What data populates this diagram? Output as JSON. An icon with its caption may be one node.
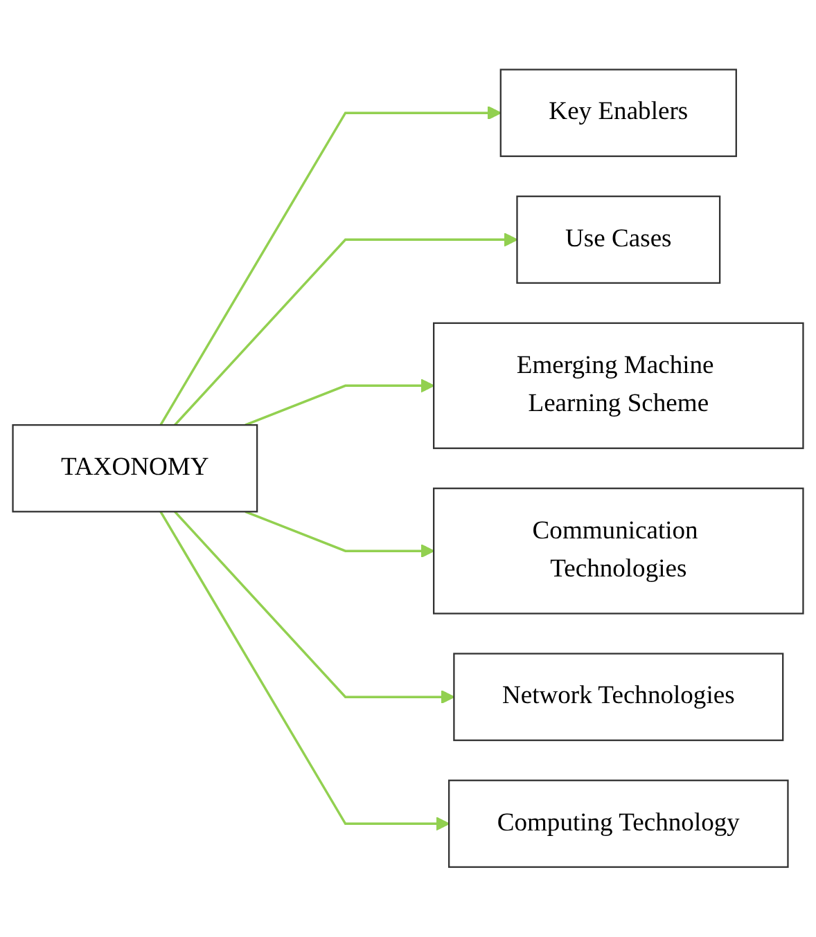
{
  "diagram": {
    "nodes": [
      {
        "text": [
          "TAXONOMY"
        ]
      },
      {
        "text": [
          "Key Enablers"
        ]
      },
      {
        "text": [
          "Use Cases"
        ]
      },
      {
        "text": [
          "Emerging Machine Learning Scheme"
        ]
      },
      {
        "text": [
          "Communication Technologies"
        ]
      },
      {
        "text": [
          "Network Technologies"
        ]
      },
      {
        "text": [
          "Computing Technology"
        ]
      }
    ],
    "edges": [
      {
        "from": 0,
        "to": 1,
        "arrow": "to",
        "color": "#92d050"
      },
      {
        "from": 0,
        "to": 2,
        "arrow": "to",
        "color": "#92d050"
      },
      {
        "from": 0,
        "to": 3,
        "arrow": "to",
        "color": "#92d050"
      },
      {
        "from": 0,
        "to": 4,
        "arrow": "to",
        "color": "#92d050"
      },
      {
        "from": 0,
        "to": 5,
        "arrow": "to",
        "color": "#92d050"
      },
      {
        "from": 0,
        "to": 6,
        "arrow": "to",
        "color": "#92d050"
      }
    ]
  }
}
